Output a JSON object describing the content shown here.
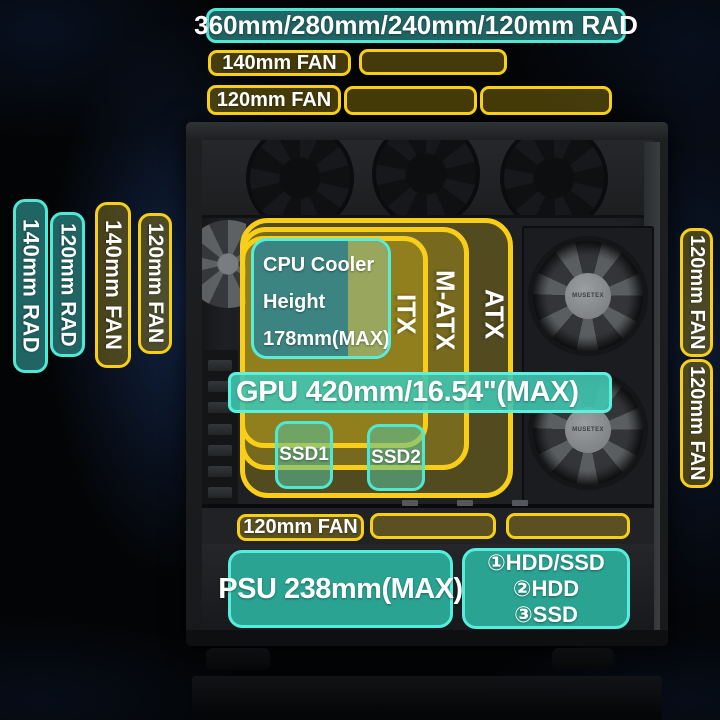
{
  "colors": {
    "aqua_border": "#4fe8d5",
    "teal_dark_fill": "#206463",
    "teal_solid_fill": "#2ba392",
    "gpu_fill": "#40c5b1",
    "yellow_border": "#f6cf16",
    "olive_fill": "#8a7b22",
    "text": "#ffffff",
    "background": "#030405"
  },
  "top": {
    "rad": "360mm/280mm/240mm/120mm RAD",
    "fan140": "140mm FAN",
    "fan120": "120mm FAN"
  },
  "left": {
    "rad140": "140mm RAD",
    "rad120": "120mm RAD",
    "fan140": "140mm FAN",
    "fan120": "120mm FAN"
  },
  "right": {
    "fan120_top": "120mm FAN",
    "fan120_bottom": "120mm FAN"
  },
  "brand": {
    "name": "MUSETEX"
  },
  "mobo": {
    "itx": "ITX",
    "matx": "M-ATX",
    "atx": "ATX"
  },
  "cpu": {
    "line1": "CPU Cooler",
    "line2": "Height",
    "line3": "178mm(MAX)"
  },
  "gpu": {
    "label": "GPU 420mm/16.54\"(MAX)"
  },
  "ssd": {
    "s1": "SSD1",
    "s2": "SSD2"
  },
  "bottom": {
    "fan120": "120mm FAN"
  },
  "psu": {
    "label": "PSU 238mm(MAX)"
  },
  "bays": {
    "b1": "①HDD/SSD",
    "b2": "②HDD",
    "b3": "③SSD"
  }
}
